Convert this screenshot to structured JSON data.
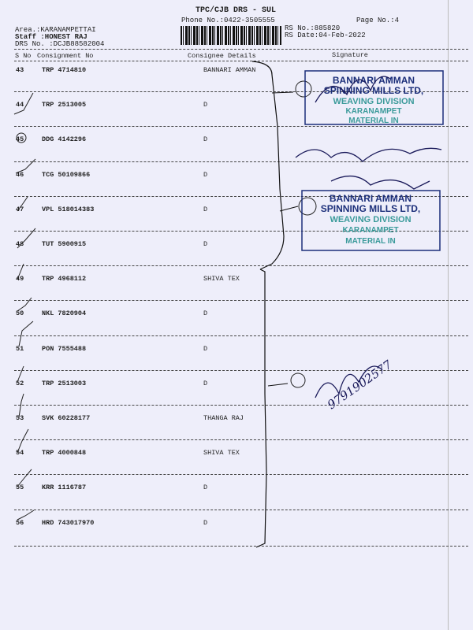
{
  "header": {
    "title": "TPC/CJB  DRS - SUL",
    "phone": "Phone No.:0422-3505555",
    "page_no": "Page No.:4",
    "area": "Area.:KARANAMPETTAI",
    "staff": "Staff :HONEST RAJ",
    "drs_no": "DRS No. :DCJB88582004",
    "rs_no": "RS No.:885820",
    "rs_date": "RS Date:04-Feb-2022"
  },
  "columns": {
    "sno": "S No",
    "consignment": "Consignment No",
    "consignee": "Consignee Details",
    "signature": "Signature"
  },
  "rows": [
    {
      "sno": "43",
      "consignment": "TRP 4714810",
      "consignee": "BANNARI AMMAN"
    },
    {
      "sno": "44",
      "consignment": "TRP 2513005",
      "consignee": "D"
    },
    {
      "sno": "45",
      "consignment": "DDG 4142296",
      "consignee": "D"
    },
    {
      "sno": "46",
      "consignment": "TCG 50109866",
      "consignee": "D"
    },
    {
      "sno": "47",
      "consignment": "VPL 518014383",
      "consignee": "D"
    },
    {
      "sno": "48",
      "consignment": "TUT 5900915",
      "consignee": "D"
    },
    {
      "sno": "49",
      "consignment": "TRP 4968112",
      "consignee": "SHIVA TEX"
    },
    {
      "sno": "50",
      "consignment": "NKL 7820904",
      "consignee": "D"
    },
    {
      "sno": "51",
      "consignment": "PON 7555488",
      "consignee": "D"
    },
    {
      "sno": "52",
      "consignment": "TRP 2513003",
      "consignee": "D"
    },
    {
      "sno": "53",
      "consignment": "SVK 60228177",
      "consignee": "THANGA RAJ"
    },
    {
      "sno": "54",
      "consignment": "TRP 4000848",
      "consignee": "SHIVA TEX"
    },
    {
      "sno": "55",
      "consignment": "KRR 1116787",
      "consignee": "D"
    },
    {
      "sno": "56",
      "consignment": "HRD 743017970",
      "consignee": "D"
    }
  ],
  "stamps": [
    {
      "lines": [
        "BANNARI AMMAN",
        "SPINNING MILLS LTD,",
        "WEAVING DIVISION",
        "KARANAMPET",
        "MATERIAL IN"
      ]
    },
    {
      "lines": [
        "BANNARI AMMAN",
        "SPINNING MILLS LTD,",
        "WEAVING DIVISION",
        "KARANAMPET",
        "MATERIAL IN"
      ]
    }
  ],
  "handwriting": {
    "phone": "9791902577"
  },
  "colors": {
    "stamp_blue": "#1c2f7a",
    "stamp_teal": "#3a9a9a",
    "paper": "#eeeefa"
  }
}
